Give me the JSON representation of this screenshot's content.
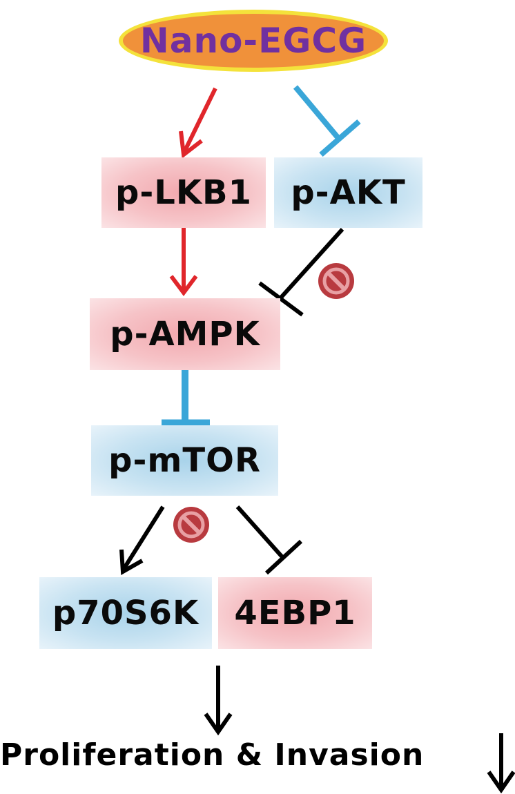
{
  "source": {
    "label": "Nano-EGCG",
    "fill": "#f0913a",
    "border": "#f4e23b",
    "text_color": "#7030a0"
  },
  "nodes": {
    "p_lkb1": {
      "label": "p-LKB1",
      "tone": "red"
    },
    "p_akt": {
      "label": "p-AKT",
      "tone": "blue"
    },
    "p_ampk": {
      "label": "p-AMPK",
      "tone": "red"
    },
    "p_mtor": {
      "label": "p-mTOR",
      "tone": "blue"
    },
    "p70s6k": {
      "label": "p70S6K",
      "tone": "blue"
    },
    "ebp1": {
      "label": "4EBP1",
      "tone": "red"
    }
  },
  "outcome": {
    "label": "Proliferation & Invasion"
  },
  "edges": [
    {
      "from": "Nano-EGCG",
      "to": "p-LKB1",
      "type": "activation",
      "color": "#e0262b"
    },
    {
      "from": "Nano-EGCG",
      "to": "p-AKT",
      "type": "inhibition",
      "color": "#3aa6d8"
    },
    {
      "from": "p-LKB1",
      "to": "p-AMPK",
      "type": "activation",
      "color": "#e0262b"
    },
    {
      "from": "p-AKT",
      "to": "p-AMPK",
      "type": "inhibition",
      "color": "#000000",
      "blocked": true
    },
    {
      "from": "p-AMPK",
      "to": "p-mTOR",
      "type": "inhibition",
      "color": "#3aa6d8"
    },
    {
      "from": "p-mTOR",
      "to": "p70S6K",
      "type": "activation",
      "color": "#000000",
      "blocked": true
    },
    {
      "from": "p-mTOR",
      "to": "4EBP1",
      "type": "inhibition",
      "color": "#000000"
    },
    {
      "from": "p70S6K",
      "to": "Proliferation & Invasion",
      "type": "activation",
      "color": "#000000"
    }
  ],
  "outcome_trend": "decrease",
  "colors": {
    "activation_red": "#e0262b",
    "inhibition_blue": "#3aa6d8",
    "black": "#000000",
    "block_symbol": "#b83a3f"
  }
}
